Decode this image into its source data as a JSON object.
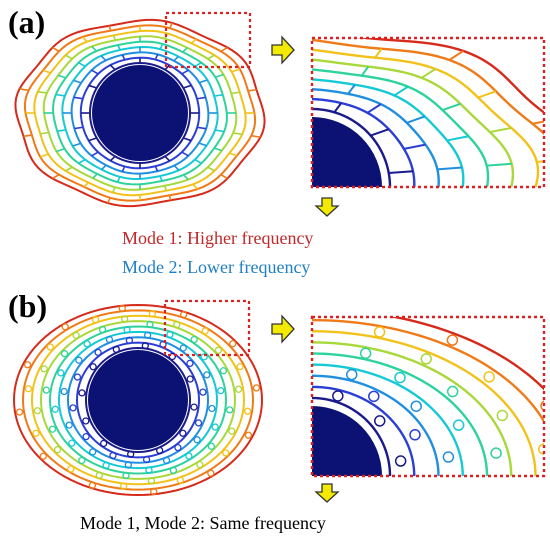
{
  "labels": {
    "a": "(a)",
    "b": "(b)"
  },
  "captions": {
    "a_mode1": "Mode 1: Higher frequency",
    "a_mode2": "Mode 2: Lower frequency",
    "b_modes": "Mode 1, Mode 2: Same frequency"
  },
  "colors": {
    "inclusion": "#0b1273",
    "dashed_box": "#e02020",
    "arrow_fill": "#f2ea00",
    "arrow_stroke": "#333333",
    "mode1_text": "#c0282a",
    "mode2_text": "#1f7fc4",
    "same_text": "#000000",
    "ring_gradient": [
      "#1a1a8c",
      "#2b3fd6",
      "#1f8fe0",
      "#15c9d6",
      "#2ed39a",
      "#a8d83a",
      "#f2c21a",
      "#f07a17",
      "#d62a1a"
    ]
  },
  "icons": {
    "arrow_right": "yellow-right-arrow-icon",
    "arrow_down": "yellow-down-arrow-icon"
  }
}
